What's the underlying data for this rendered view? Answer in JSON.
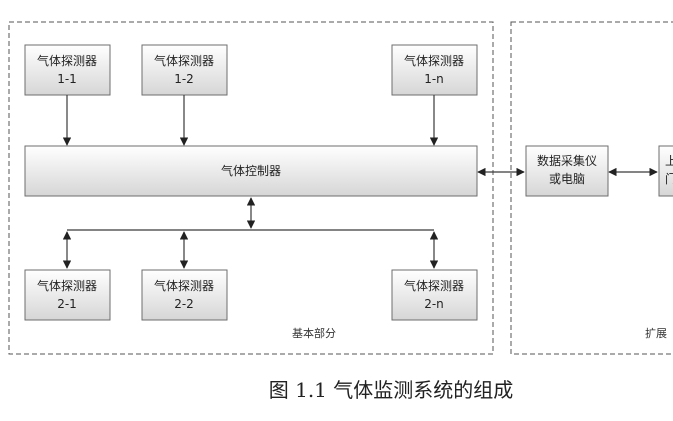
{
  "diagram": {
    "top_detectors": [
      {
        "line1": "气体探测器",
        "line2": "1-1"
      },
      {
        "line1": "气体探测器",
        "line2": "1-2"
      },
      {
        "line1": "气体探测器",
        "line2": "1-n"
      }
    ],
    "controller": "气体控制器",
    "bottom_detectors": [
      {
        "line1": "气体探测器",
        "line2": "2-1"
      },
      {
        "line1": "气体探测器",
        "line2": "2-2"
      },
      {
        "line1": "气体探测器",
        "line2": "2-n"
      }
    ],
    "collector": {
      "line1": "数据采集仪",
      "line2": "或电脑"
    },
    "partial_box": {
      "line1": "上",
      "line2": "门"
    },
    "basic_section_label": "基本部分",
    "extension_section_label": "扩展"
  },
  "caption": "图 1.1 气体监测系统的组成"
}
